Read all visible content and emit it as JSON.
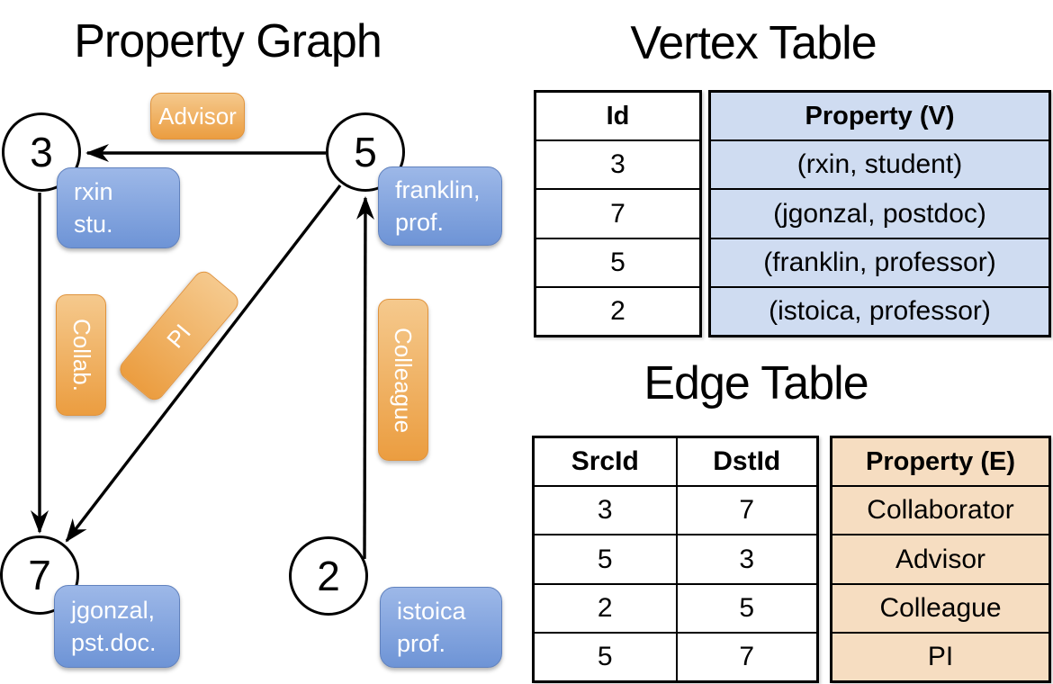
{
  "graph": {
    "title": "Property Graph",
    "vertices": [
      {
        "id": "3",
        "line1": "rxin",
        "line2": "stu."
      },
      {
        "id": "5",
        "line1": "franklin,",
        "line2": "prof."
      },
      {
        "id": "7",
        "line1": "jgonzal,",
        "line2": "pst.doc."
      },
      {
        "id": "2",
        "line1": "istoica",
        "line2": "prof."
      }
    ],
    "edge_labels": {
      "advisor": "Advisor",
      "collab": "Collab.",
      "pi": "PI",
      "colleague": "Colleague"
    }
  },
  "vertex_table": {
    "title": "Vertex Table",
    "columns": {
      "id": "Id",
      "property": "Property (V)"
    },
    "rows": [
      {
        "id": "3",
        "property": "(rxin, student)"
      },
      {
        "id": "7",
        "property": "(jgonzal, postdoc)"
      },
      {
        "id": "5",
        "property": "(franklin, professor)"
      },
      {
        "id": "2",
        "property": "(istoica, professor)"
      }
    ]
  },
  "edge_table": {
    "title": "Edge Table",
    "columns": {
      "src": "SrcId",
      "dst": "DstId",
      "property": "Property (E)"
    },
    "rows": [
      {
        "src": "3",
        "dst": "7",
        "property": "Collaborator"
      },
      {
        "src": "5",
        "dst": "3",
        "property": "Advisor"
      },
      {
        "src": "2",
        "dst": "5",
        "property": "Colleague"
      },
      {
        "src": "5",
        "dst": "7",
        "property": "PI"
      }
    ]
  },
  "colors": {
    "vertex_box_top": "#9db8e8",
    "vertex_box_bottom": "#6e94d6",
    "edge_label_top": "#f5c98d",
    "edge_label_bottom": "#eb9d40",
    "vertex_table_property_bg": "#cfdcf1",
    "edge_table_property_bg": "#f6ddc1",
    "table_border": "#000000",
    "box_text": "#ffffff"
  }
}
